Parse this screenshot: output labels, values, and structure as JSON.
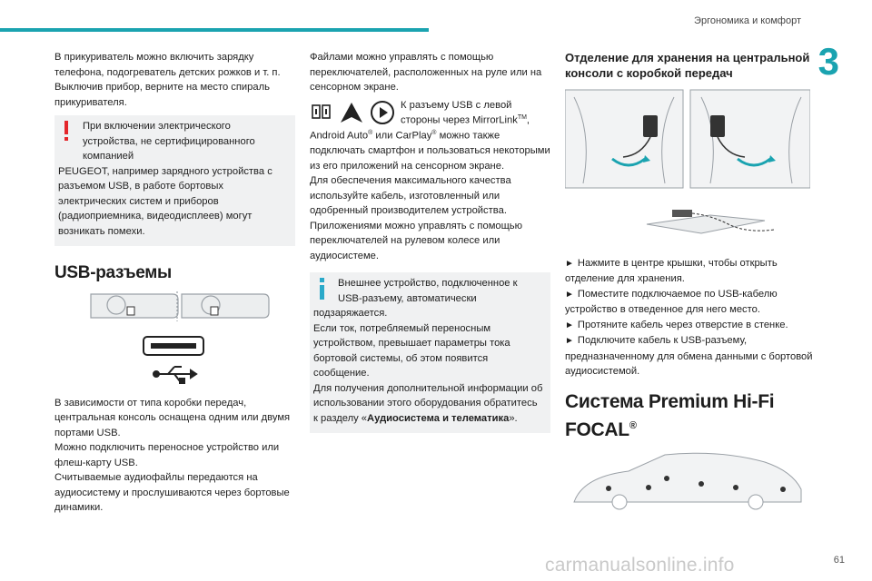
{
  "header": {
    "section_title": "Эргономика и комфорт",
    "chapter_number": "3",
    "accent_color": "#1aa3b0"
  },
  "footer": {
    "page_number": "61",
    "watermark": "carmanualsonline.info"
  },
  "col1": {
    "intro": "В прикуриватель можно включить зарядку телефона, подогреватель детских рожков и т. п. Выключив прибор, верните на место спираль прикуривателя.",
    "warning_lead": "При включении электрического устройства, не сертифицированного компанией",
    "warning_rest": "PEUGEOT, например зарядного устройства с разъемом USB, в работе бортовых электрических систем и приборов (радиоприемника, видеодисплеев) могут возникать помехи.",
    "usb_heading": "USB-разъемы",
    "usb_text": "В зависимости от типа коробки передач, центральная консоль оснащена одним или двумя портами USB.\nМожно подключить переносное устройство или флеш-карту USB.\nСчитываемые аудиофайлы передаются на аудиосистему и прослушиваются через бортовые динамики."
  },
  "col2": {
    "intro": "Файлами можно управлять с помощью переключателей, расположенных на руле или на сенсорном экране.",
    "icons_caption": "К разъему USB с левой стороны через MirrorLink",
    "tm": "TM",
    "after_tm": ",",
    "android_text_a": "Android Auto",
    "reg": "®",
    "android_text_b": " или CarPlay",
    "android_text_c": " можно также подключать смартфон и пользоваться некоторыми из его приложений на сенсорном экране.",
    "cable_text": "Для обеспечения максимального качества используйте кабель, изготовленный или одобренный производителем устройства.",
    "apps_text": "Приложениями можно управлять с помощью переключателей на рулевом колесе или аудиосистеме.",
    "info_lead": "Внешнее устройство, подключенное к USB-разъему, автоматически",
    "info_rest": "подзаряжается.\nЕсли ток, потребляемый переносным устройством, превышает параметры тока бортовой системы, об этом появится сообщение.\nДля получения дополнительной информации об использовании этого оборудования обратитесь к разделу «",
    "info_ref": "Аудиосистема и телематика",
    "info_end": "»."
  },
  "col3": {
    "store_heading": "Отделение для хранения на центральной консоли с коробкой передач",
    "steps": [
      "Нажмите в центре крышки, чтобы открыть отделение для хранения.",
      "Поместите подключаемое по USB-кабелю устройство в отведенное для него место.",
      "Протяните кабель через отверстие в стенке.",
      "Подключите кабель к USB-разъему, предназначенному для обмена данными с бортовой аудиосистемой."
    ],
    "focal_heading_a": "Система Premium Hi-Fi",
    "focal_heading_b": "FOCAL",
    "focal_reg": "®"
  }
}
